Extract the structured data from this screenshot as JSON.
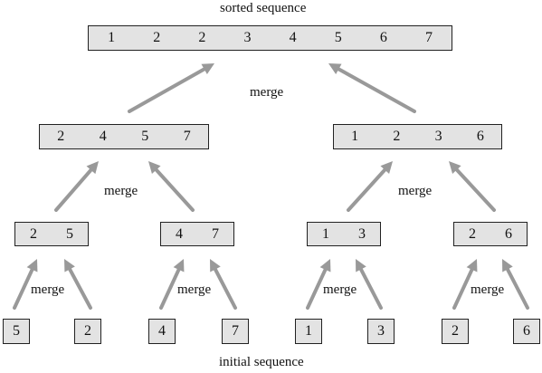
{
  "top_caption": "sorted sequence",
  "bottom_caption": "initial sequence",
  "merge_label": "merge",
  "arrow_color": "#999999",
  "box_fill": "#e3e3e3",
  "levels": {
    "sorted": [
      [
        1,
        2,
        2,
        3,
        4,
        5,
        6,
        7
      ]
    ],
    "halves": [
      [
        2,
        4,
        5,
        7
      ],
      [
        1,
        2,
        3,
        6
      ]
    ],
    "pairs": [
      [
        2,
        5
      ],
      [
        4,
        7
      ],
      [
        1,
        3
      ],
      [
        2,
        6
      ]
    ],
    "initial": [
      [
        5
      ],
      [
        2
      ],
      [
        4
      ],
      [
        7
      ],
      [
        1
      ],
      [
        3
      ],
      [
        2
      ],
      [
        6
      ]
    ]
  }
}
